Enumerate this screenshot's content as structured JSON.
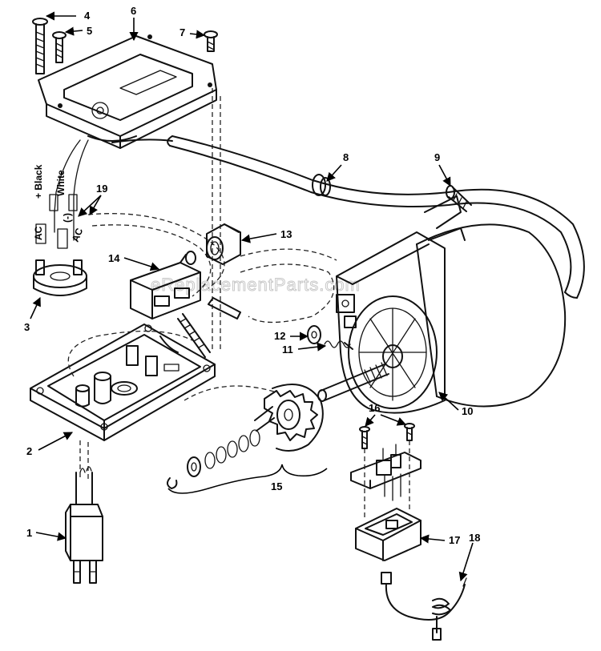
{
  "watermark": "eReplacementParts.com",
  "wire_labels": {
    "black": "+ Black",
    "white": "White",
    "ac_left": "AC",
    "ac_right": "AC",
    "neg": "(-)"
  },
  "callouts": [
    {
      "label": "1"
    },
    {
      "label": "2"
    },
    {
      "label": "3"
    },
    {
      "label": "4"
    },
    {
      "label": "5"
    },
    {
      "label": "6"
    },
    {
      "label": "7"
    },
    {
      "label": "8"
    },
    {
      "label": "9"
    },
    {
      "label": "10"
    },
    {
      "label": "11"
    },
    {
      "label": "12"
    },
    {
      "label": "13"
    },
    {
      "label": "14"
    },
    {
      "label": "15"
    },
    {
      "label": "16"
    },
    {
      "label": "17"
    },
    {
      "label": "18"
    },
    {
      "label": "19"
    }
  ]
}
